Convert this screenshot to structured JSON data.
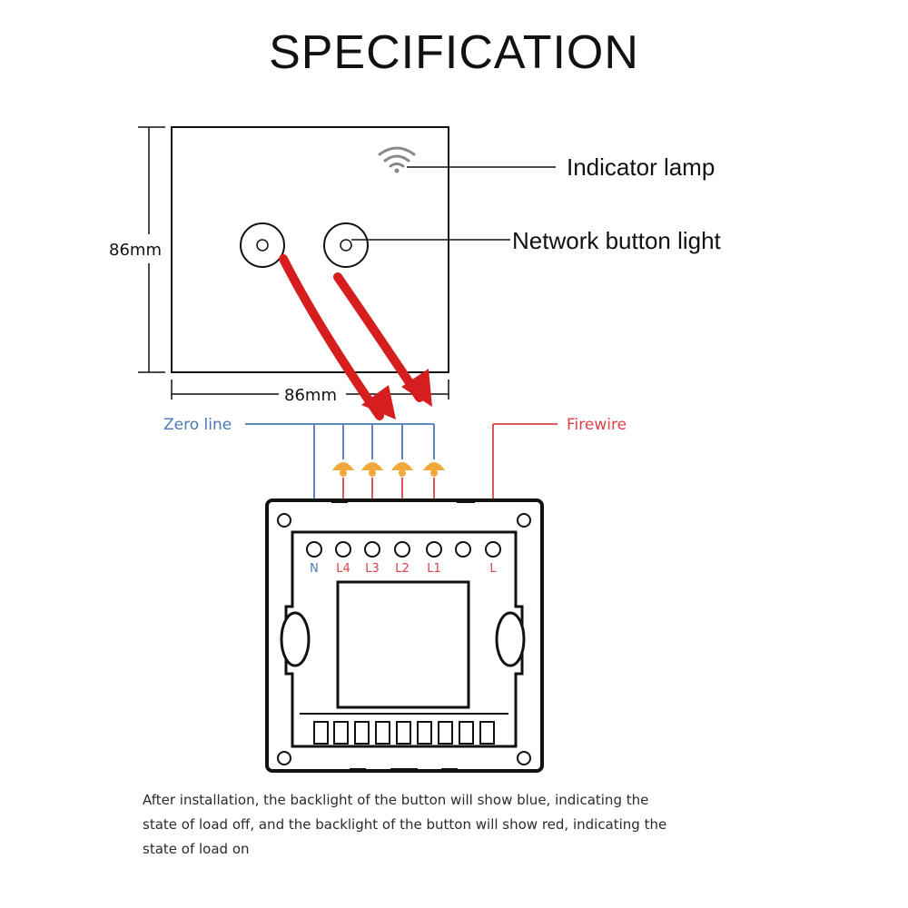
{
  "title": "SPECIFICATION",
  "panel": {
    "height_label": "86mm",
    "width_label": "86mm",
    "indicator_label": "Indicator lamp",
    "network_label": "Network button light"
  },
  "wiring": {
    "zero_line_label": "Zero line",
    "firewire_label": "Firewire",
    "terminals": [
      "N",
      "L4",
      "L3",
      "L2",
      "L1",
      "",
      "L"
    ]
  },
  "colors": {
    "zero_line": "#4a78b8",
    "firewire": "#d9434a",
    "arrow": "#d61e1e",
    "lamp": "#f1a93b"
  },
  "note": "After installation, the backlight of the button will show blue, indicating the state of load off, and the backlight of the button will show red, indicating the state of load on"
}
